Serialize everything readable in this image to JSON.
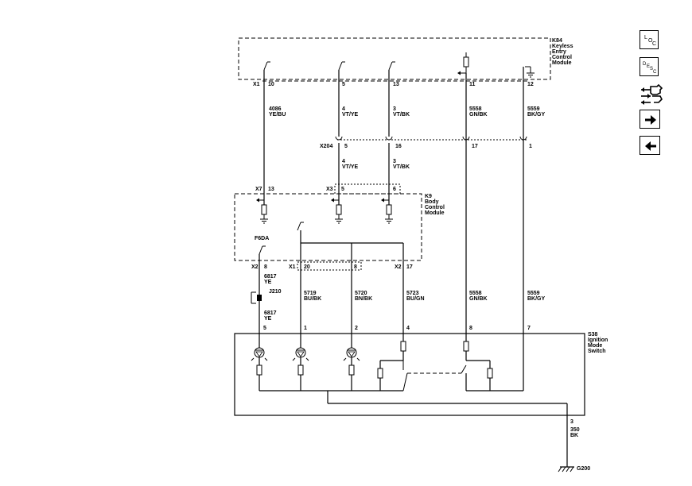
{
  "modules": {
    "k84": {
      "code": "K84",
      "lines": [
        "Keyless",
        "Entry",
        "Control",
        "Module"
      ],
      "connector": "X1"
    },
    "k9": {
      "code": "K9",
      "lines": [
        "Body",
        "Control",
        "Module"
      ],
      "connectors": [
        "X7",
        "X3",
        "X1",
        "X2",
        "X2"
      ]
    },
    "s38": {
      "code": "S38",
      "lines": [
        "Ignition",
        "Mode",
        "Switch"
      ]
    }
  },
  "k84_pins": [
    "10",
    "5",
    "13",
    "11",
    "12"
  ],
  "x204": {
    "name": "X204",
    "pins": [
      "5",
      "16",
      "17",
      "1"
    ]
  },
  "k9_top_pins": [
    "13",
    "5",
    "6"
  ],
  "k9_bottom_pins": [
    "8",
    "20",
    "8",
    "17"
  ],
  "fuse": "F6DA",
  "j210": "J210",
  "s38_pins": [
    "5",
    "1",
    "2",
    "4",
    "8",
    "7",
    "3"
  ],
  "wires_upper": [
    {
      "circuit": "4086",
      "color": "YE/BU"
    },
    {
      "circuit": "4",
      "color": "VT/YE"
    },
    {
      "circuit": "3",
      "color": "VT/BK"
    },
    {
      "circuit": "5558",
      "color": "GN/BK"
    },
    {
      "circuit": "5559",
      "color": "BK/GY"
    }
  ],
  "wires_mid": [
    {
      "circuit": "4",
      "color": "VT/YE"
    },
    {
      "circuit": "3",
      "color": "VT/BK"
    }
  ],
  "wires_lower": [
    {
      "circuit": "6817",
      "color": "YE"
    },
    {
      "circuit": "6817",
      "color": "YE"
    },
    {
      "circuit": "5719",
      "color": "BU/BK"
    },
    {
      "circuit": "5720",
      "color": "BN/BK"
    },
    {
      "circuit": "5723",
      "color": "BU/GN"
    },
    {
      "circuit": "5558",
      "color": "GN/BK"
    },
    {
      "circuit": "5559",
      "color": "BK/GY"
    }
  ],
  "ground_wire": {
    "circuit": "350",
    "color": "BK"
  },
  "ground": "G200",
  "nav": {
    "loc_letters": [
      "L",
      "O",
      "C"
    ],
    "desc_letters": [
      "D",
      "E",
      "S",
      "C"
    ]
  }
}
